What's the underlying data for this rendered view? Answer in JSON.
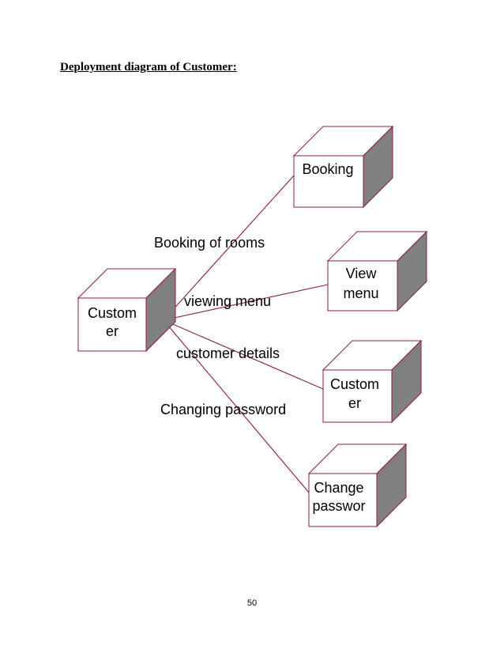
{
  "heading": "Deployment diagram of Customer:",
  "page_number": "50",
  "colors": {
    "node_border": "#8b1a4a",
    "node_side": "#808080",
    "node_front": "#ffffff",
    "edge": "#8b1a4a"
  },
  "nodes": [
    {
      "id": "customer-source",
      "lines": [
        "Custom",
        "er"
      ]
    },
    {
      "id": "booking",
      "lines": [
        "Booking"
      ]
    },
    {
      "id": "view-menu",
      "lines": [
        "View",
        "menu"
      ]
    },
    {
      "id": "customer-target",
      "lines": [
        "Custom",
        "er"
      ]
    },
    {
      "id": "change-password",
      "lines": [
        "Change",
        "passwor"
      ]
    }
  ],
  "edges": [
    {
      "from": "customer-source",
      "to": "booking",
      "label": "Booking of rooms"
    },
    {
      "from": "customer-source",
      "to": "view-menu",
      "label": "viewing menu"
    },
    {
      "from": "customer-source",
      "to": "customer-target",
      "label": "customer details"
    },
    {
      "from": "customer-source",
      "to": "change-password",
      "label": "Changing password"
    }
  ]
}
